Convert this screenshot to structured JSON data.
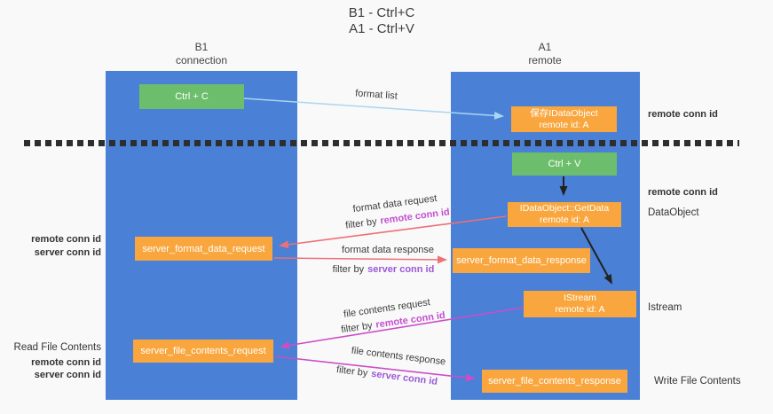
{
  "title": {
    "line1": "B1 - Ctrl+C",
    "line2": "A1 - Ctrl+V"
  },
  "lanes": {
    "left": {
      "title": "B1",
      "subtitle": "connection"
    },
    "right": {
      "title": "A1",
      "subtitle": "remote"
    }
  },
  "boxes": {
    "ctrl_c": "Ctrl + C",
    "ctrl_v": "Ctrl + V",
    "save_dataobject": {
      "line1": "保存IDataObject",
      "line2": "remote id: A"
    },
    "getdata": {
      "line1": "IDataObject::GetData",
      "line2": "remote id: A"
    },
    "istream": {
      "line1": "IStream",
      "line2": "remote id: A"
    },
    "server_format_data_request": "server_format_data_request",
    "server_format_data_response": "server_format_data_response",
    "server_file_contents_request": "server_file_contents_request",
    "server_file_contents_response": "server_file_contents_response"
  },
  "arrow_labels": {
    "format_list": "format list",
    "format_data_request": "format data request",
    "format_data_response": "format data response",
    "file_contents_request": "file contents request",
    "file_contents_response": "file contents response",
    "filter_by": "filter by",
    "remote_conn_id": "remote conn id",
    "server_conn_id": "server conn id"
  },
  "side_labels": {
    "remote_conn_id": "remote conn id",
    "server_conn_id": "server conn id",
    "data_object": "DataObject",
    "istream": "Istream",
    "read_file_contents": "Read File Contents",
    "write_file_contents": "Write File Contents"
  },
  "colors": {
    "background": "#f9f9f9",
    "lane_blue": "#4a80d5",
    "box_green": "#6cbe6c",
    "box_orange": "#f8a63d",
    "arrow_light_blue": "#a9d6f2",
    "arrow_salmon": "#ec7076",
    "arrow_black": "#222222",
    "arrow_magenta": "#cb4ec8",
    "text_purple": "#a958cc",
    "text_green": "#53bb66",
    "text_magenta": "#c44fd0",
    "text_violet": "#9b59d6"
  }
}
